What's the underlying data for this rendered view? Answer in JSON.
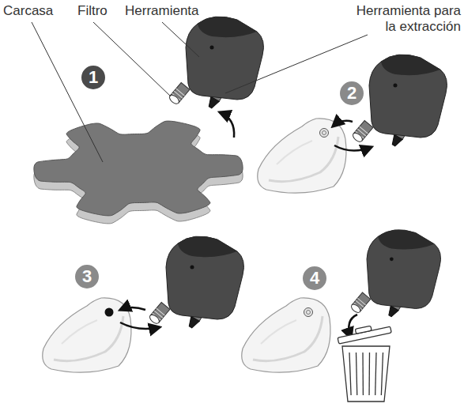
{
  "diagram": {
    "labels": [
      "Carcasa",
      "Filtro",
      "Herramienta",
      "Herramienta para la extracción",
      "1",
      "2",
      "3",
      "4"
    ]
  }
}
